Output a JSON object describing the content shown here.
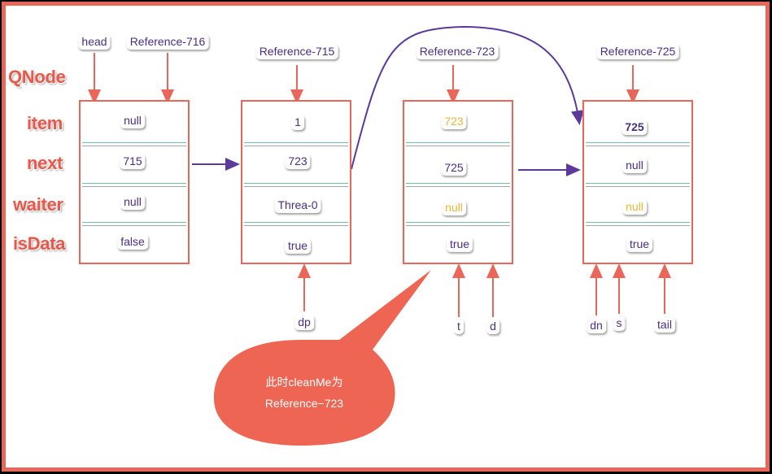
{
  "diagram": {
    "title_label": "QNode",
    "field_labels": [
      "item",
      "next",
      "waiter",
      "isData"
    ],
    "nodes": [
      {
        "id": "716",
        "ref_label": "Reference-716",
        "fields": [
          "null",
          "715",
          "null",
          "false"
        ]
      },
      {
        "id": "715",
        "ref_label": "Reference-715",
        "fields": [
          "1",
          "723",
          "Threa-0",
          "true"
        ]
      },
      {
        "id": "723",
        "ref_label": "Reference-723",
        "fields": [
          "723",
          "725",
          "null",
          "true"
        ]
      },
      {
        "id": "725",
        "ref_label": "Reference-725",
        "fields": [
          "725",
          "null",
          "null",
          "true"
        ]
      }
    ],
    "pointers": {
      "head": "head",
      "dp": "dp",
      "t": "t",
      "d": "d",
      "dn": "dn",
      "s": "s",
      "tail": "tail"
    },
    "callout": {
      "line1": "此时cleanMe为",
      "line2": "Reference−723"
    },
    "colors": {
      "border": "#e8675a",
      "label": "#e8584b",
      "text": "#4a2e84",
      "highlight": "#e4b83a",
      "arrow": "#5b3a9a",
      "separator": "#6cc2a4",
      "callout": "#ef6554"
    }
  }
}
